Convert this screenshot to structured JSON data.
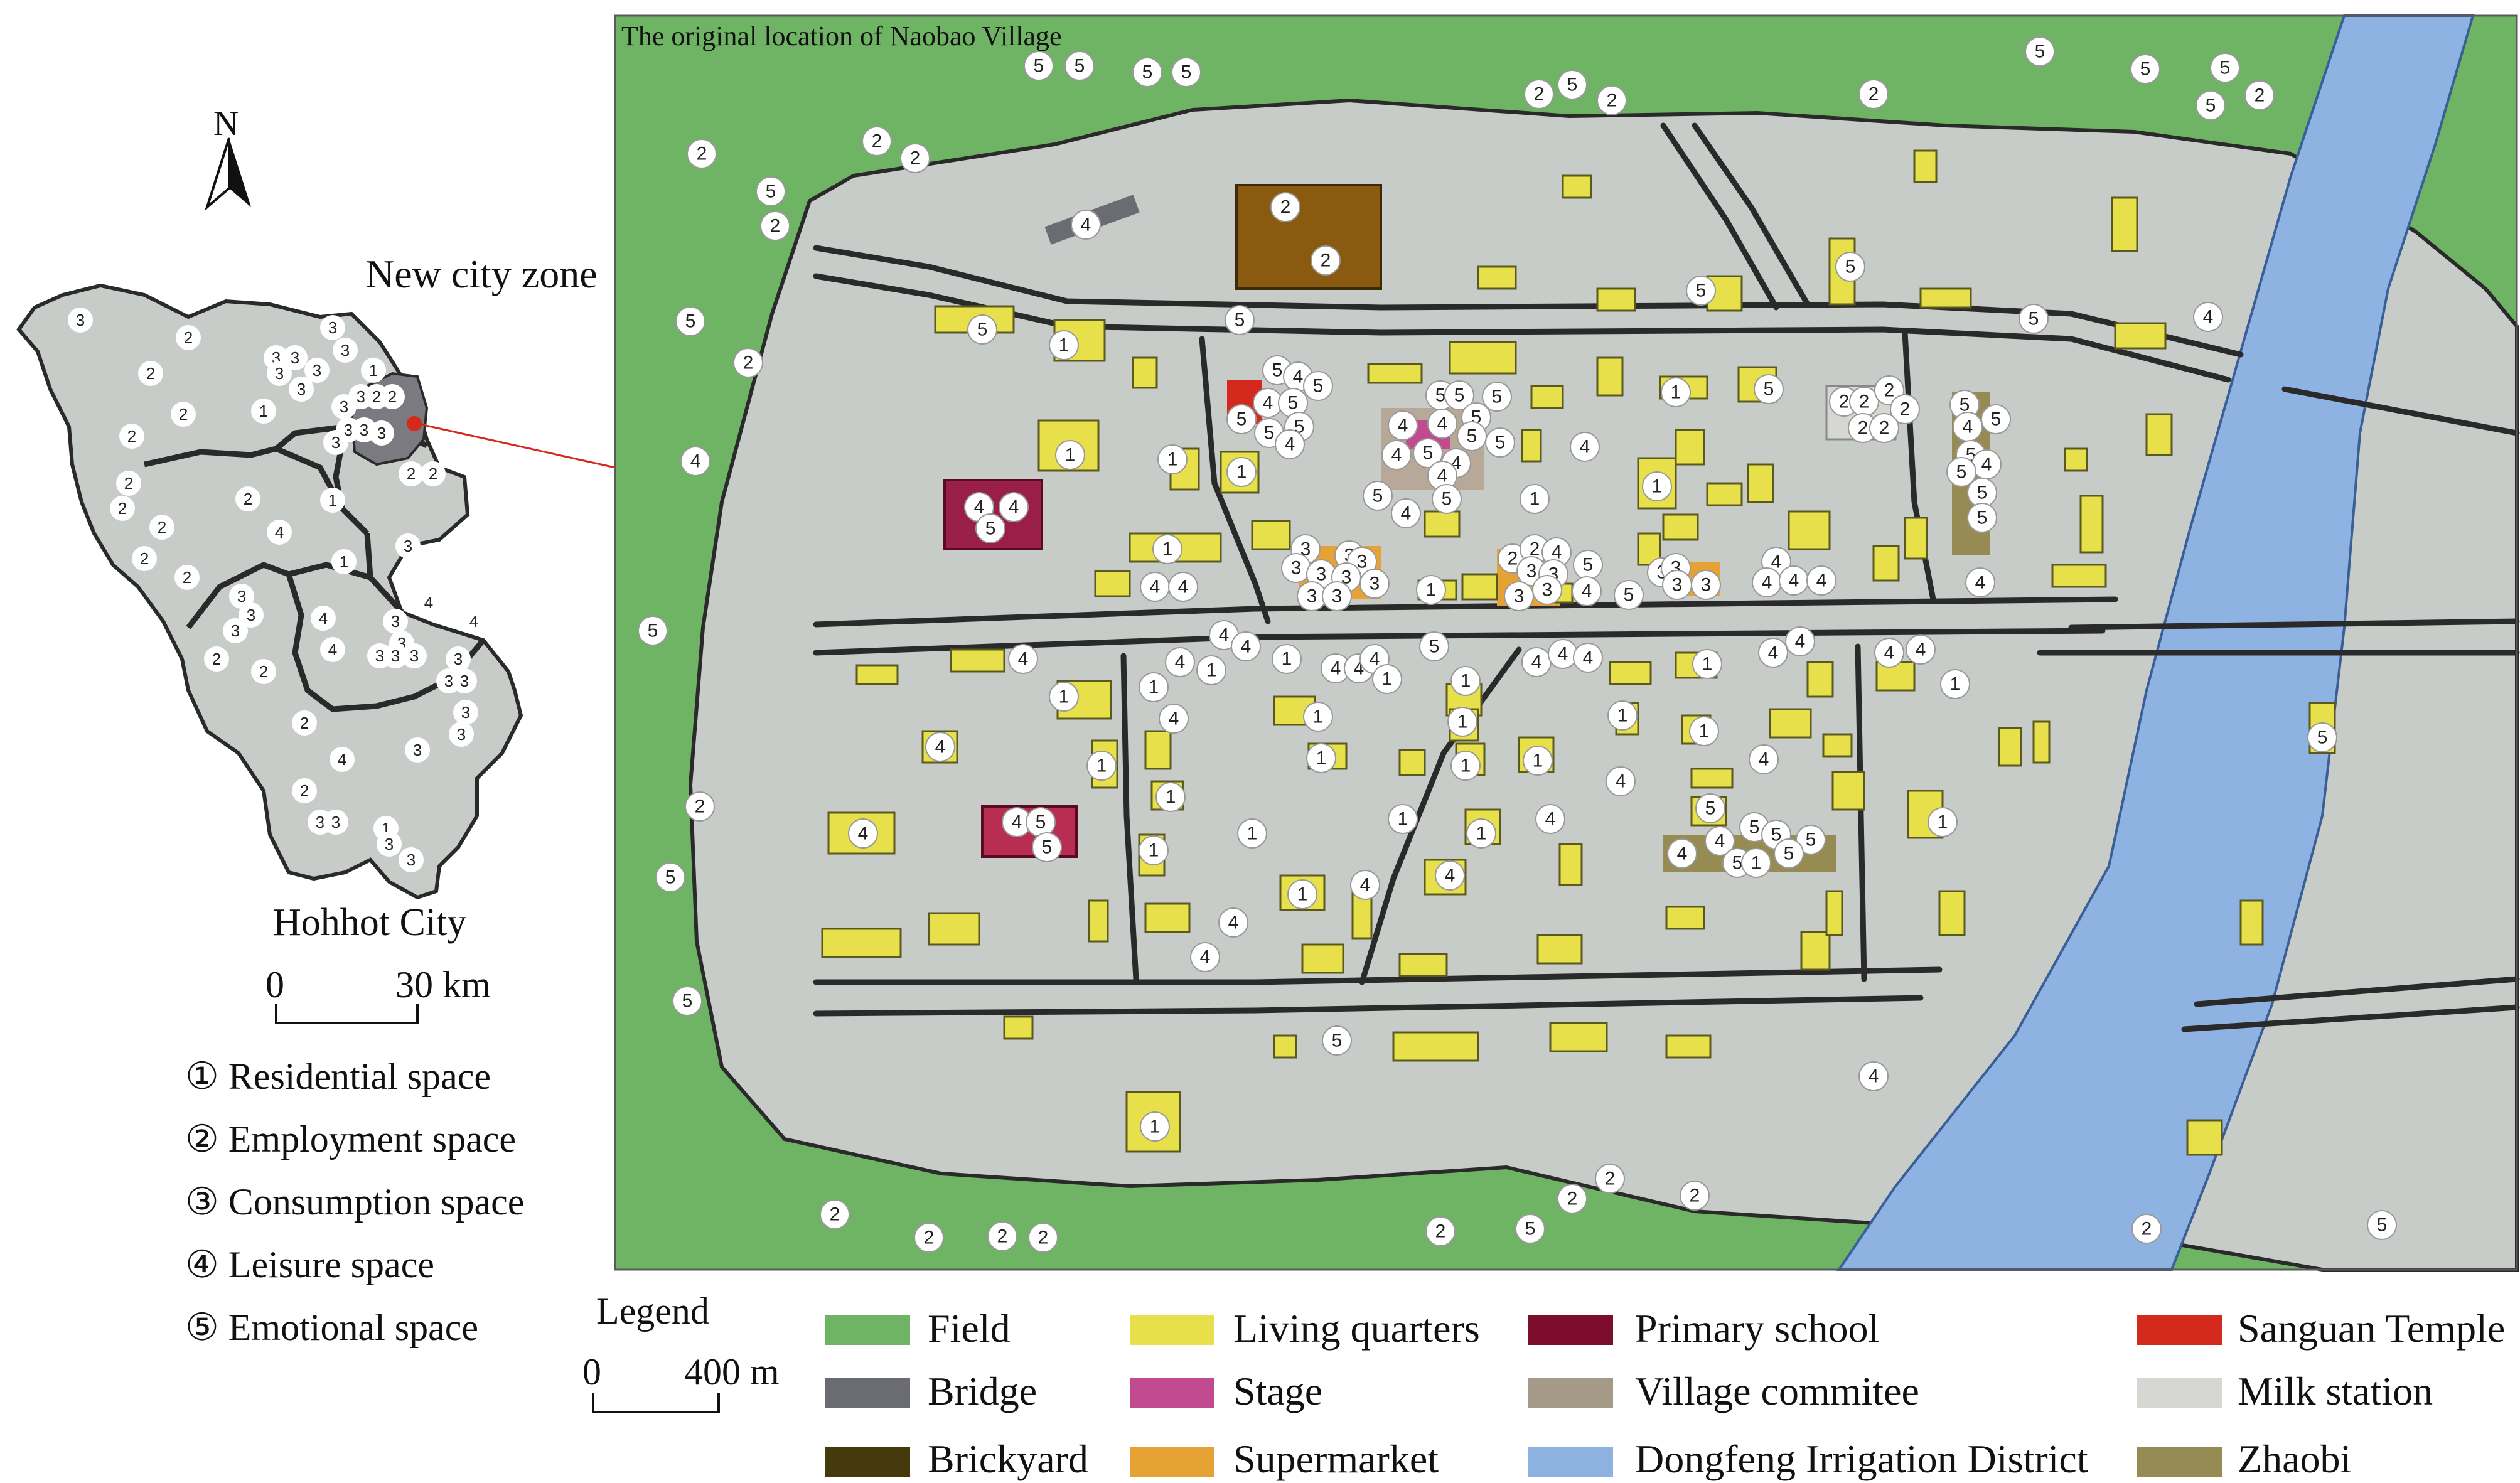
{
  "main_map": {
    "title": "The original location of Naobao Village",
    "river_label": "Dongfeng Irrigation District"
  },
  "inset": {
    "north_label": "N",
    "zone_label": "New city zone",
    "city_label": "Hohhot City",
    "scale": {
      "start": "0",
      "end": "30 km"
    }
  },
  "space_types": [
    {
      "symbol": "①",
      "label": "Residential space"
    },
    {
      "symbol": "②",
      "label": "Employment space"
    },
    {
      "symbol": "③",
      "label": "Consumption space"
    },
    {
      "symbol": "④",
      "label": "Leisure space"
    },
    {
      "symbol": "⑤",
      "label": "Emotional space"
    }
  ],
  "legend": {
    "title": "Legend",
    "scale": {
      "start": "0",
      "end": "400 m"
    },
    "items": [
      {
        "label": "Field",
        "color": "#6fb464"
      },
      {
        "label": "Living quarters",
        "color": "#e8e04a"
      },
      {
        "label": "Primary school",
        "color": "#7d0d2c"
      },
      {
        "label": "Sanguan Temple",
        "color": "#d42a1e"
      },
      {
        "label": "Bridge",
        "color": "#6b6b73"
      },
      {
        "label": "Stage",
        "color": "#c24a8f"
      },
      {
        "label": "Village commitee",
        "color": "#a59a88"
      },
      {
        "label": "Milk station",
        "color": "#d6d6d2"
      },
      {
        "label": "Brickyard",
        "color": "#453a0c"
      },
      {
        "label": "Supermarket",
        "color": "#e7a236"
      },
      {
        "label": "Dongfeng Irrigation District",
        "color": "#8eb2e2"
      },
      {
        "label": "Zhaobi",
        "color": "#958b53"
      }
    ]
  },
  "colors": {
    "field": "#6fb464",
    "village": "#c8ccc8",
    "road": "#2a2a2a",
    "river": "#8eb2e2",
    "living": "#e8e04a",
    "outline": "#3a3a3a"
  }
}
